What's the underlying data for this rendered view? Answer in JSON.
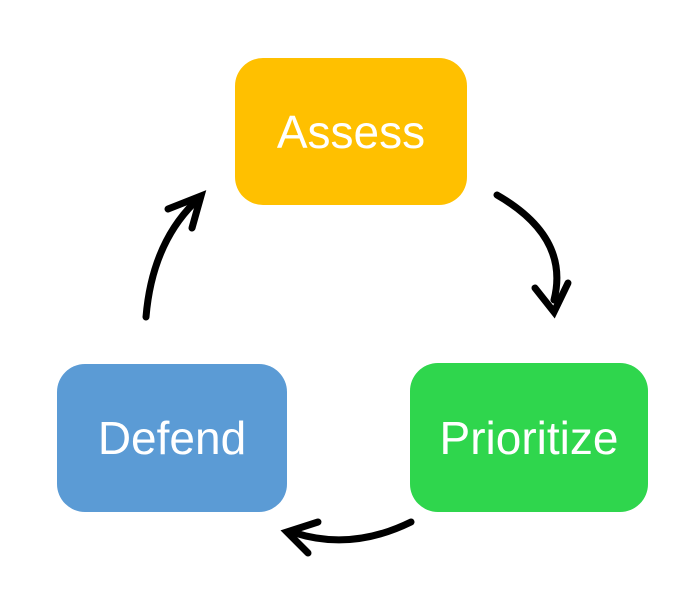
{
  "diagram": {
    "background_color": "#ffffff",
    "arrow_color": "#000000",
    "label_text_color": "#ffffff",
    "nodes": [
      {
        "id": "assess",
        "label": "Assess",
        "color": "#FFC000",
        "position": "top-center"
      },
      {
        "id": "prioritize",
        "label": "Prioritize",
        "color": "#2FD64D",
        "position": "bottom-right"
      },
      {
        "id": "defend",
        "label": "Defend",
        "color": "#5B9BD5",
        "position": "bottom-left"
      }
    ],
    "edges": [
      {
        "from": "Assess",
        "to": "Prioritize",
        "side": "right"
      },
      {
        "from": "Prioritize",
        "to": "Defend",
        "side": "bottom"
      },
      {
        "from": "Defend",
        "to": "Assess",
        "side": "left"
      }
    ]
  }
}
